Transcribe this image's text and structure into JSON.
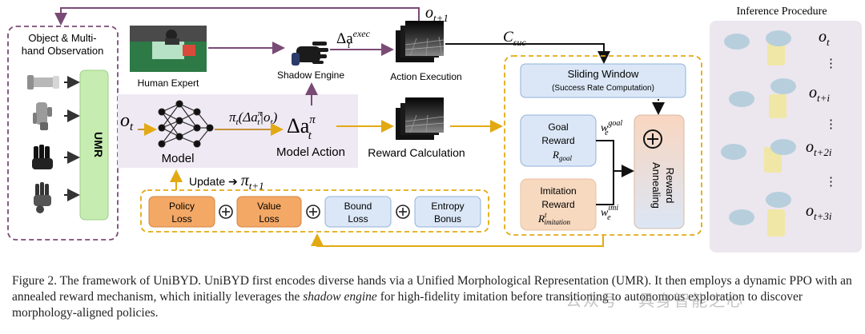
{
  "obs": {
    "title_l1": "Object & Multi-",
    "title_l2": "hand Observation",
    "umr": "UMR"
  },
  "human_expert": "Human Expert",
  "shadow_engine": "Shadow Engine",
  "action_execution": "Action Execution",
  "model": {
    "label": "Model",
    "action_label": "Model Action"
  },
  "reward_calc": "Reward Calculation",
  "update_label": "Update ➔",
  "math": {
    "o_t1": "o",
    "o_t1_sub": "t+1",
    "delta_exec": "Δa",
    "delta_exec_sup": "exec",
    "delta_exec_sub": "t",
    "c_suc": "C",
    "c_suc_sub": "suc",
    "o_t": "o",
    "o_t_sub": "t",
    "pi_expr": "π",
    "pi_expr_sub": "t",
    "pi_expr_rest": "(Δa",
    "pi_expr_sup": "π",
    "pi_expr_sub2": "t",
    "pi_expr_end": "|o",
    "pi_expr_sub3": "t",
    "pi_expr_close": ")",
    "delta_pi": "Δa",
    "delta_pi_sup": "π",
    "delta_pi_sub": "t",
    "pi_next": "π",
    "pi_next_sub": "t+1"
  },
  "losses": [
    {
      "label_l1": "Policy",
      "label_l2": "Loss"
    },
    {
      "label_l1": "Value",
      "label_l2": "Loss"
    },
    {
      "label_l1": "Bound",
      "label_l2": "Loss"
    },
    {
      "label_l1": "Entropy",
      "label_l2": "Bonus"
    }
  ],
  "reward_panel": {
    "sliding_window": "Sliding Window",
    "sliding_window_sub": "(Success Rate Computation)",
    "goal_l1": "Goal",
    "goal_l2": "Reward",
    "goal_sym": "R",
    "goal_sym_sub": "goal",
    "imit_l1": "Imitation",
    "imit_l2": "Reward",
    "imit_sym": "R",
    "imit_sym_sub": "imitation",
    "imit_sym_sup": "t",
    "w_goal": "w",
    "w_goal_sup": "goal",
    "w_goal_sub": "e",
    "w_imi": "w",
    "w_imi_sup": "imi",
    "w_imi_sub": "e",
    "annealing_l1": "Reward",
    "annealing_l2": "Annealing"
  },
  "inference": {
    "title": "Inference Procedure",
    "steps": [
      {
        "o": "o",
        "sub": "t"
      },
      {
        "o": "o",
        "sub": "t+i"
      },
      {
        "o": "o",
        "sub": "t+2i"
      },
      {
        "o": "o",
        "sub": "t+3i"
      }
    ],
    "dots": "⋮"
  },
  "caption": {
    "part1": "Figure 2.  The framework of UniBYD. UniBYD first encodes diverse hands via a Unified Morphological Representation (UMR). It then employs a dynamic PPO with an annealed reward mechanism, which initially leverages the ",
    "italic": "shadow engine",
    "part2": " for high-fidelity imitation before transitioning to autonomous exploration to discover morphology-aligned policies."
  },
  "watermark": "公众号 · 具身智能之心",
  "colors": {
    "purple": "#8a5a86",
    "gold": "#e8b51f",
    "umr_green": "#c6ecb1",
    "orange_box": "#f4a866",
    "blue_box": "#dbe7f7",
    "peach": "#f7d9c0"
  }
}
